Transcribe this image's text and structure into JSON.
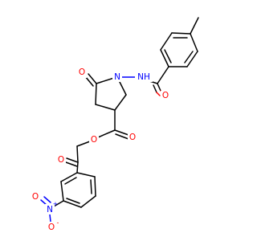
{
  "structure": {
    "atom_colors": {
      "O": "#ff0000",
      "N": "#0000ff",
      "C": "#000000"
    },
    "labels": {
      "amide_o": "O",
      "amide_nh": "NH",
      "ring_n": "N",
      "lactam_o": "O",
      "ester_o_single": "O",
      "ester_o_double": "O",
      "ketone_o": "O",
      "nitro_n": "N",
      "nitro_n_charge": "+",
      "nitro_o_double": "O",
      "nitro_o_minus": "O",
      "nitro_o_charge": "-"
    }
  }
}
